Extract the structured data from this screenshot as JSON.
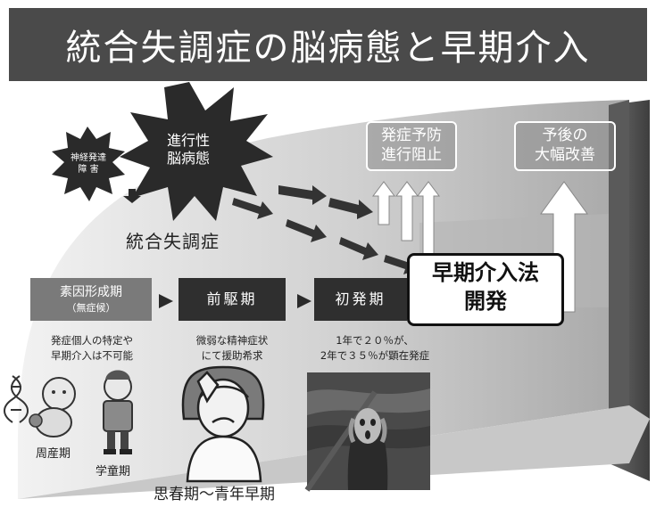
{
  "title": "統合失調症の脳病態と早期介入",
  "bursts": {
    "small": [
      "神経発達",
      "障 害"
    ],
    "large": [
      "進行性",
      "脳病態"
    ]
  },
  "labels": {
    "disease": "統合失調症",
    "prevention": [
      "発症予防",
      "進行阻止"
    ],
    "prognosis": [
      "予後の",
      "大幅改善"
    ],
    "early_intervention": [
      "早期介入法",
      "開発"
    ],
    "adolescence": "思春期〜青年早期"
  },
  "stages": {
    "formation": {
      "label": "素因形成期",
      "sub": "（無症候）"
    },
    "prodromal": {
      "label": "前駆期"
    },
    "first_episode": {
      "label": "初発期"
    }
  },
  "notes": {
    "formation": [
      "発症個人の特定や",
      "早期介入は不可能"
    ],
    "prodromal": [
      "微弱な精神症状",
      "にて援助希求"
    ],
    "first_episode": [
      "1年で２０％が、",
      "2年で３５％が顕在発症"
    ]
  },
  "life_stages": {
    "perinatal": "周産期",
    "school": "学童期"
  },
  "colors": {
    "title_bg": "#4a4a4a",
    "stage_dark": "#2f2f2f",
    "stage_gray": "#7a7a7a"
  }
}
